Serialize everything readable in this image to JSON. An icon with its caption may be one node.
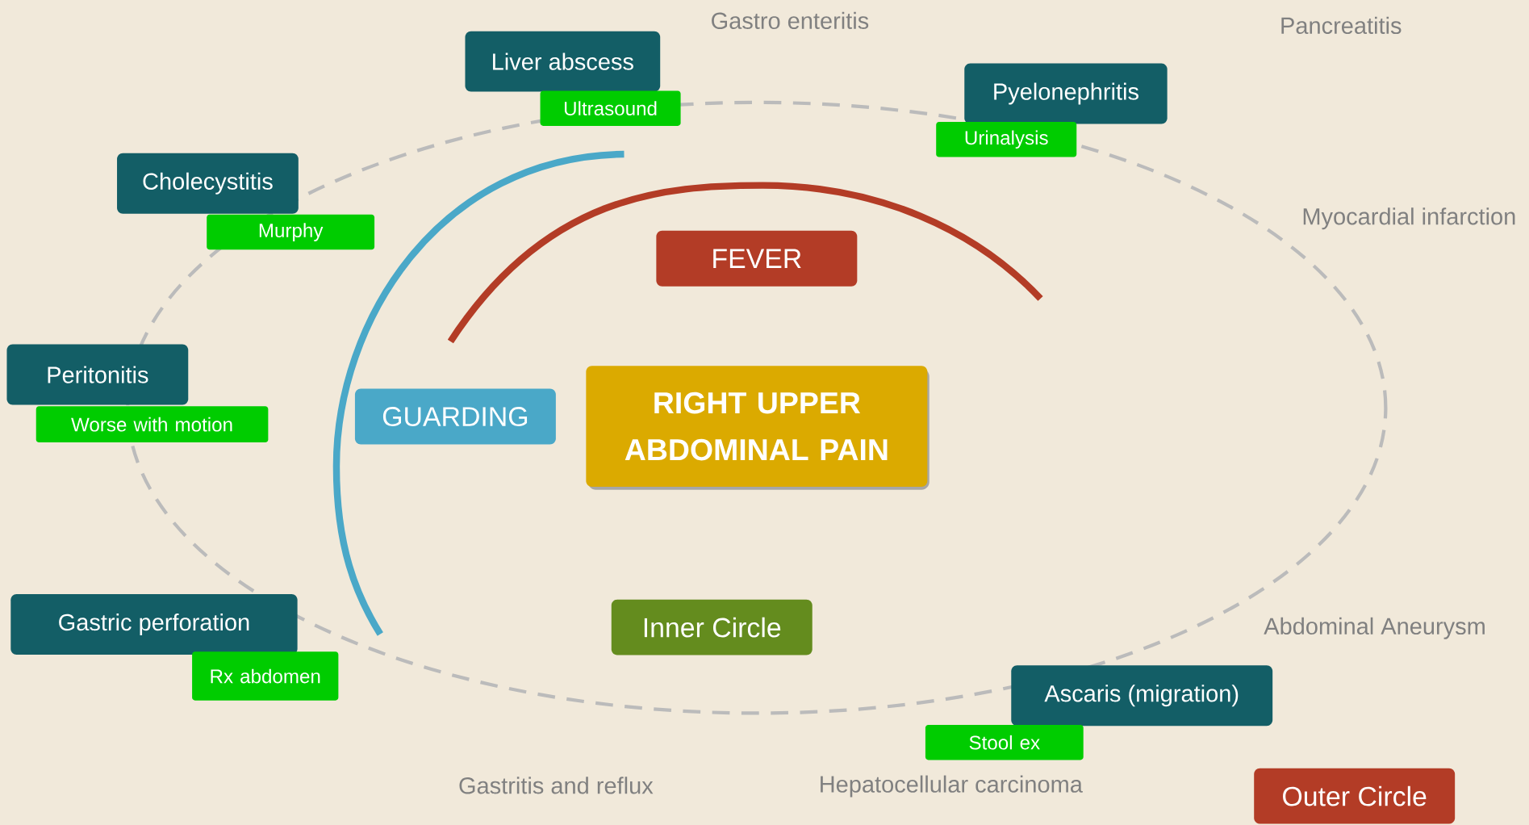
{
  "diagram": {
    "nodes": [
      {
        "text": [
          "Liver abscess"
        ]
      },
      {
        "text": [
          "Ultrasound"
        ]
      },
      {
        "text": [
          "Pyelonephritis"
        ]
      },
      {
        "text": [
          "Urinalysis"
        ]
      },
      {
        "text": [
          "Cholecystitis"
        ]
      },
      {
        "text": [
          "Murphy"
        ]
      },
      {
        "text": [
          "FEVER"
        ]
      },
      {
        "text": [
          "Peritonitis"
        ]
      },
      {
        "text": [
          "GUARDING"
        ]
      },
      {
        "text": [
          "RIGHT UPPER ABDOMINAL PAIN"
        ]
      },
      {
        "text": [
          "Worse with motion"
        ]
      },
      {
        "text": [
          "Gastric perforation"
        ]
      },
      {
        "text": [
          "Inner Circle"
        ]
      },
      {
        "text": [
          "Rx abdomen"
        ]
      },
      {
        "text": [
          "Ascaris (migration)"
        ]
      },
      {
        "text": [
          "Stool ex"
        ]
      },
      {
        "text": [
          "Outer Circle"
        ]
      }
    ],
    "edges": [],
    "labels": [
      "Gastro enteritis",
      "Pancreatitis",
      "Myocardial infarction",
      "Abdominal Aneurysm",
      "Gastritis and reflux",
      "Hepatocellular carcinoma"
    ]
  }
}
